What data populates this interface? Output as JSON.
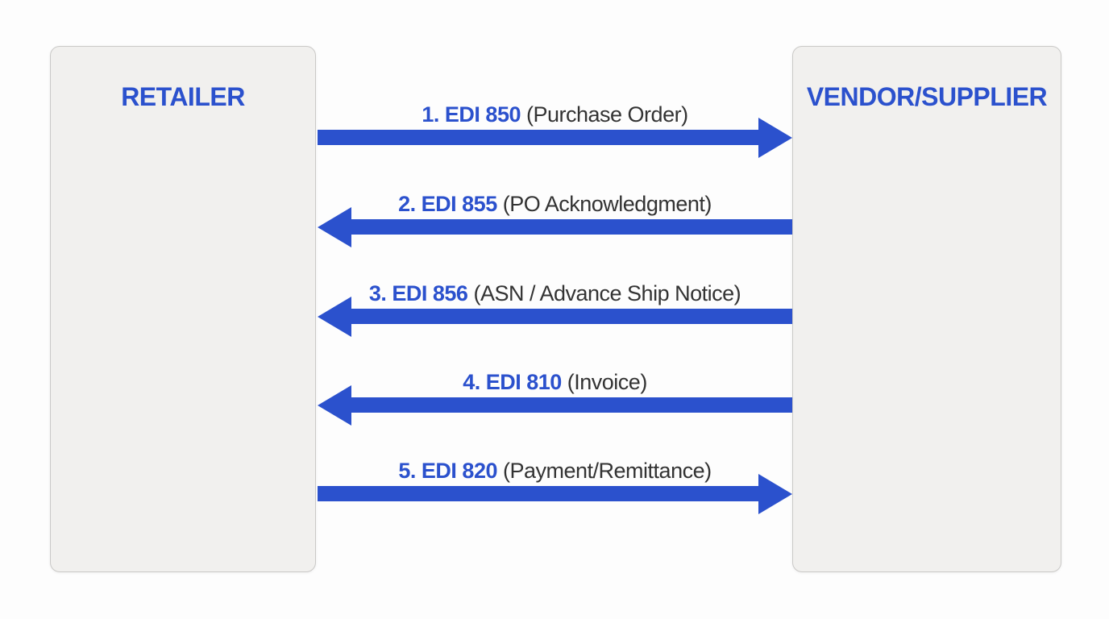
{
  "colors": {
    "accent_blue": "#2b51cd",
    "label_text": "#333333",
    "box_fill": "#f1f0ee",
    "box_border": "#cac9c7",
    "background": "#fdfdfd"
  },
  "entities": {
    "left": {
      "label": "RETAILER"
    },
    "right": {
      "label": "VENDOR/SUPPLIER"
    }
  },
  "flows": [
    {
      "code": "1. EDI 850",
      "description": "(Purchase Order)",
      "direction": "right"
    },
    {
      "code": "2. EDI 855",
      "description": "(PO Acknowledgment)",
      "direction": "left"
    },
    {
      "code": "3. EDI 856",
      "description": "(ASN / Advance Ship Notice)",
      "direction": "left"
    },
    {
      "code": "4. EDI 810",
      "description": "(Invoice)",
      "direction": "left"
    },
    {
      "code": "5. EDI 820",
      "description": "(Payment/Remittance)",
      "direction": "right"
    }
  ]
}
